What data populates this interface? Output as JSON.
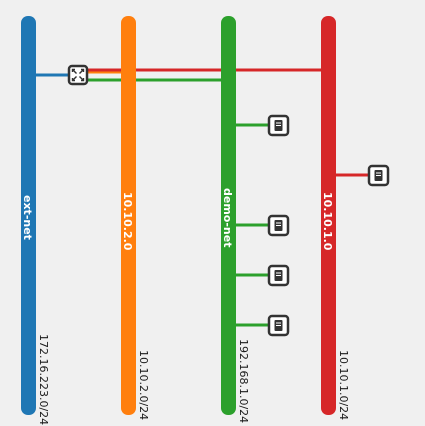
{
  "networks": [
    {
      "id": "ext-net",
      "name": "ext-net",
      "cidr": "172.16.223.0/24",
      "color": "#1f77b4"
    },
    {
      "id": "net-10-10-2",
      "name": "10.10.2.0",
      "cidr": "10.10.2.0/24",
      "color": "#ff7f0e"
    },
    {
      "id": "demo-net",
      "name": "demo-net",
      "cidr": "192.168.1.0/24",
      "color": "#2ca02c"
    },
    {
      "id": "net-10-10-1",
      "name": "10.10.1.0",
      "cidr": "10.10.1.0/24",
      "color": "#d62728"
    }
  ],
  "router": {
    "icon": "router-icon",
    "connected_networks": [
      "ext-net",
      "net-10-10-2",
      "demo-net",
      "net-10-10-1"
    ]
  },
  "instances": [
    {
      "icon": "server-icon",
      "network": "demo-net"
    },
    {
      "icon": "server-icon",
      "network": "demo-net"
    },
    {
      "icon": "server-icon",
      "network": "demo-net"
    },
    {
      "icon": "server-icon",
      "network": "demo-net"
    },
    {
      "icon": "server-icon",
      "network": "net-10-10-1"
    }
  ]
}
